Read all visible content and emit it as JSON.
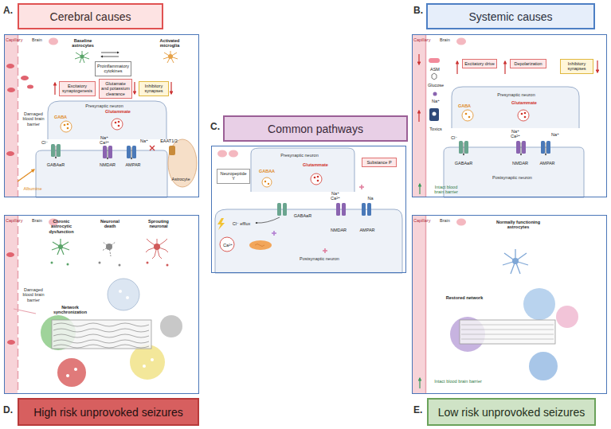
{
  "diagram": {
    "nodes": [
      {
        "text": [
          "Cerebral causes"
        ]
      },
      {
        "text": [
          "Capillary",
          "Brain",
          "Baseline astrocytes",
          "Activated microglia",
          "Presynaptic neuron",
          "GABA",
          "Glutammate",
          "Na⁺ Ca²⁺",
          "Na⁺",
          "Cl⁻",
          "GABAaR",
          "NMDAR",
          "AMPAR",
          "EAAT1/2",
          "Astrocyte",
          "Damaged blood brain barrier",
          "Albumine"
        ]
      },
      {
        "text": [
          "Proinflammatory cytokines"
        ],
        "in": 1
      },
      {
        "text": [
          "Excitatory synaptogenesis"
        ],
        "in": 1
      },
      {
        "text": [
          "Glutamate and potassium clearance"
        ],
        "in": 1
      },
      {
        "text": [
          "Inhibitory synapses"
        ],
        "in": 1
      },
      {
        "text": [
          "Systemic causes"
        ]
      },
      {
        "text": [
          "Capillary",
          "Brain",
          "ASM",
          "Glucose",
          "Na⁺",
          "Toxics",
          "Presynaptic neuron",
          "GABA",
          "Glutammate",
          "Na⁺ Ca²⁺",
          "Na⁺",
          "Cl⁻",
          "GABAaR",
          "NMDAR",
          "AMPAR",
          "Postsynaptic neuron",
          "Intact blood brain barrier"
        ]
      },
      {
        "text": [
          "Excitatory drive"
        ],
        "in": 7
      },
      {
        "text": [
          "Depolarization"
        ],
        "in": 7
      },
      {
        "text": [
          "Inhibitory synapses"
        ],
        "in": 7
      },
      {
        "text": [
          "Common pathways"
        ]
      },
      {
        "text": [
          "Presynaptic neuron",
          "GABAA",
          "Glutammate",
          "Na⁺ Ca²⁺",
          "Na",
          "Cl⁻ efflux",
          "Ca²⁺",
          "GABAaR",
          "NMDAR",
          "AMPAR",
          "Postsynaptic neuron"
        ]
      },
      {
        "text": [
          "Neuropeptide Y"
        ],
        "in": 12
      },
      {
        "text": [
          "Substance P"
        ],
        "in": 12
      },
      {
        "text": [
          "Capillary",
          "Brain",
          "Chronic astrocytic dysfunction",
          "Neuronal death",
          "Sprouting neuronal",
          "Damaged blood brain barrier",
          "Network synchronization"
        ]
      },
      {
        "text": [
          "High risk unprovoked seizures"
        ]
      },
      {
        "text": [
          "Capillary",
          "Brain",
          "Normally functioning astrocytes",
          "Restored network",
          "Intact blood brain barrier"
        ]
      },
      {
        "text": [
          "Low risk unprovoked seizures"
        ]
      }
    ],
    "labels": [
      "A.",
      "B.",
      "C.",
      "D.",
      "E."
    ]
  }
}
